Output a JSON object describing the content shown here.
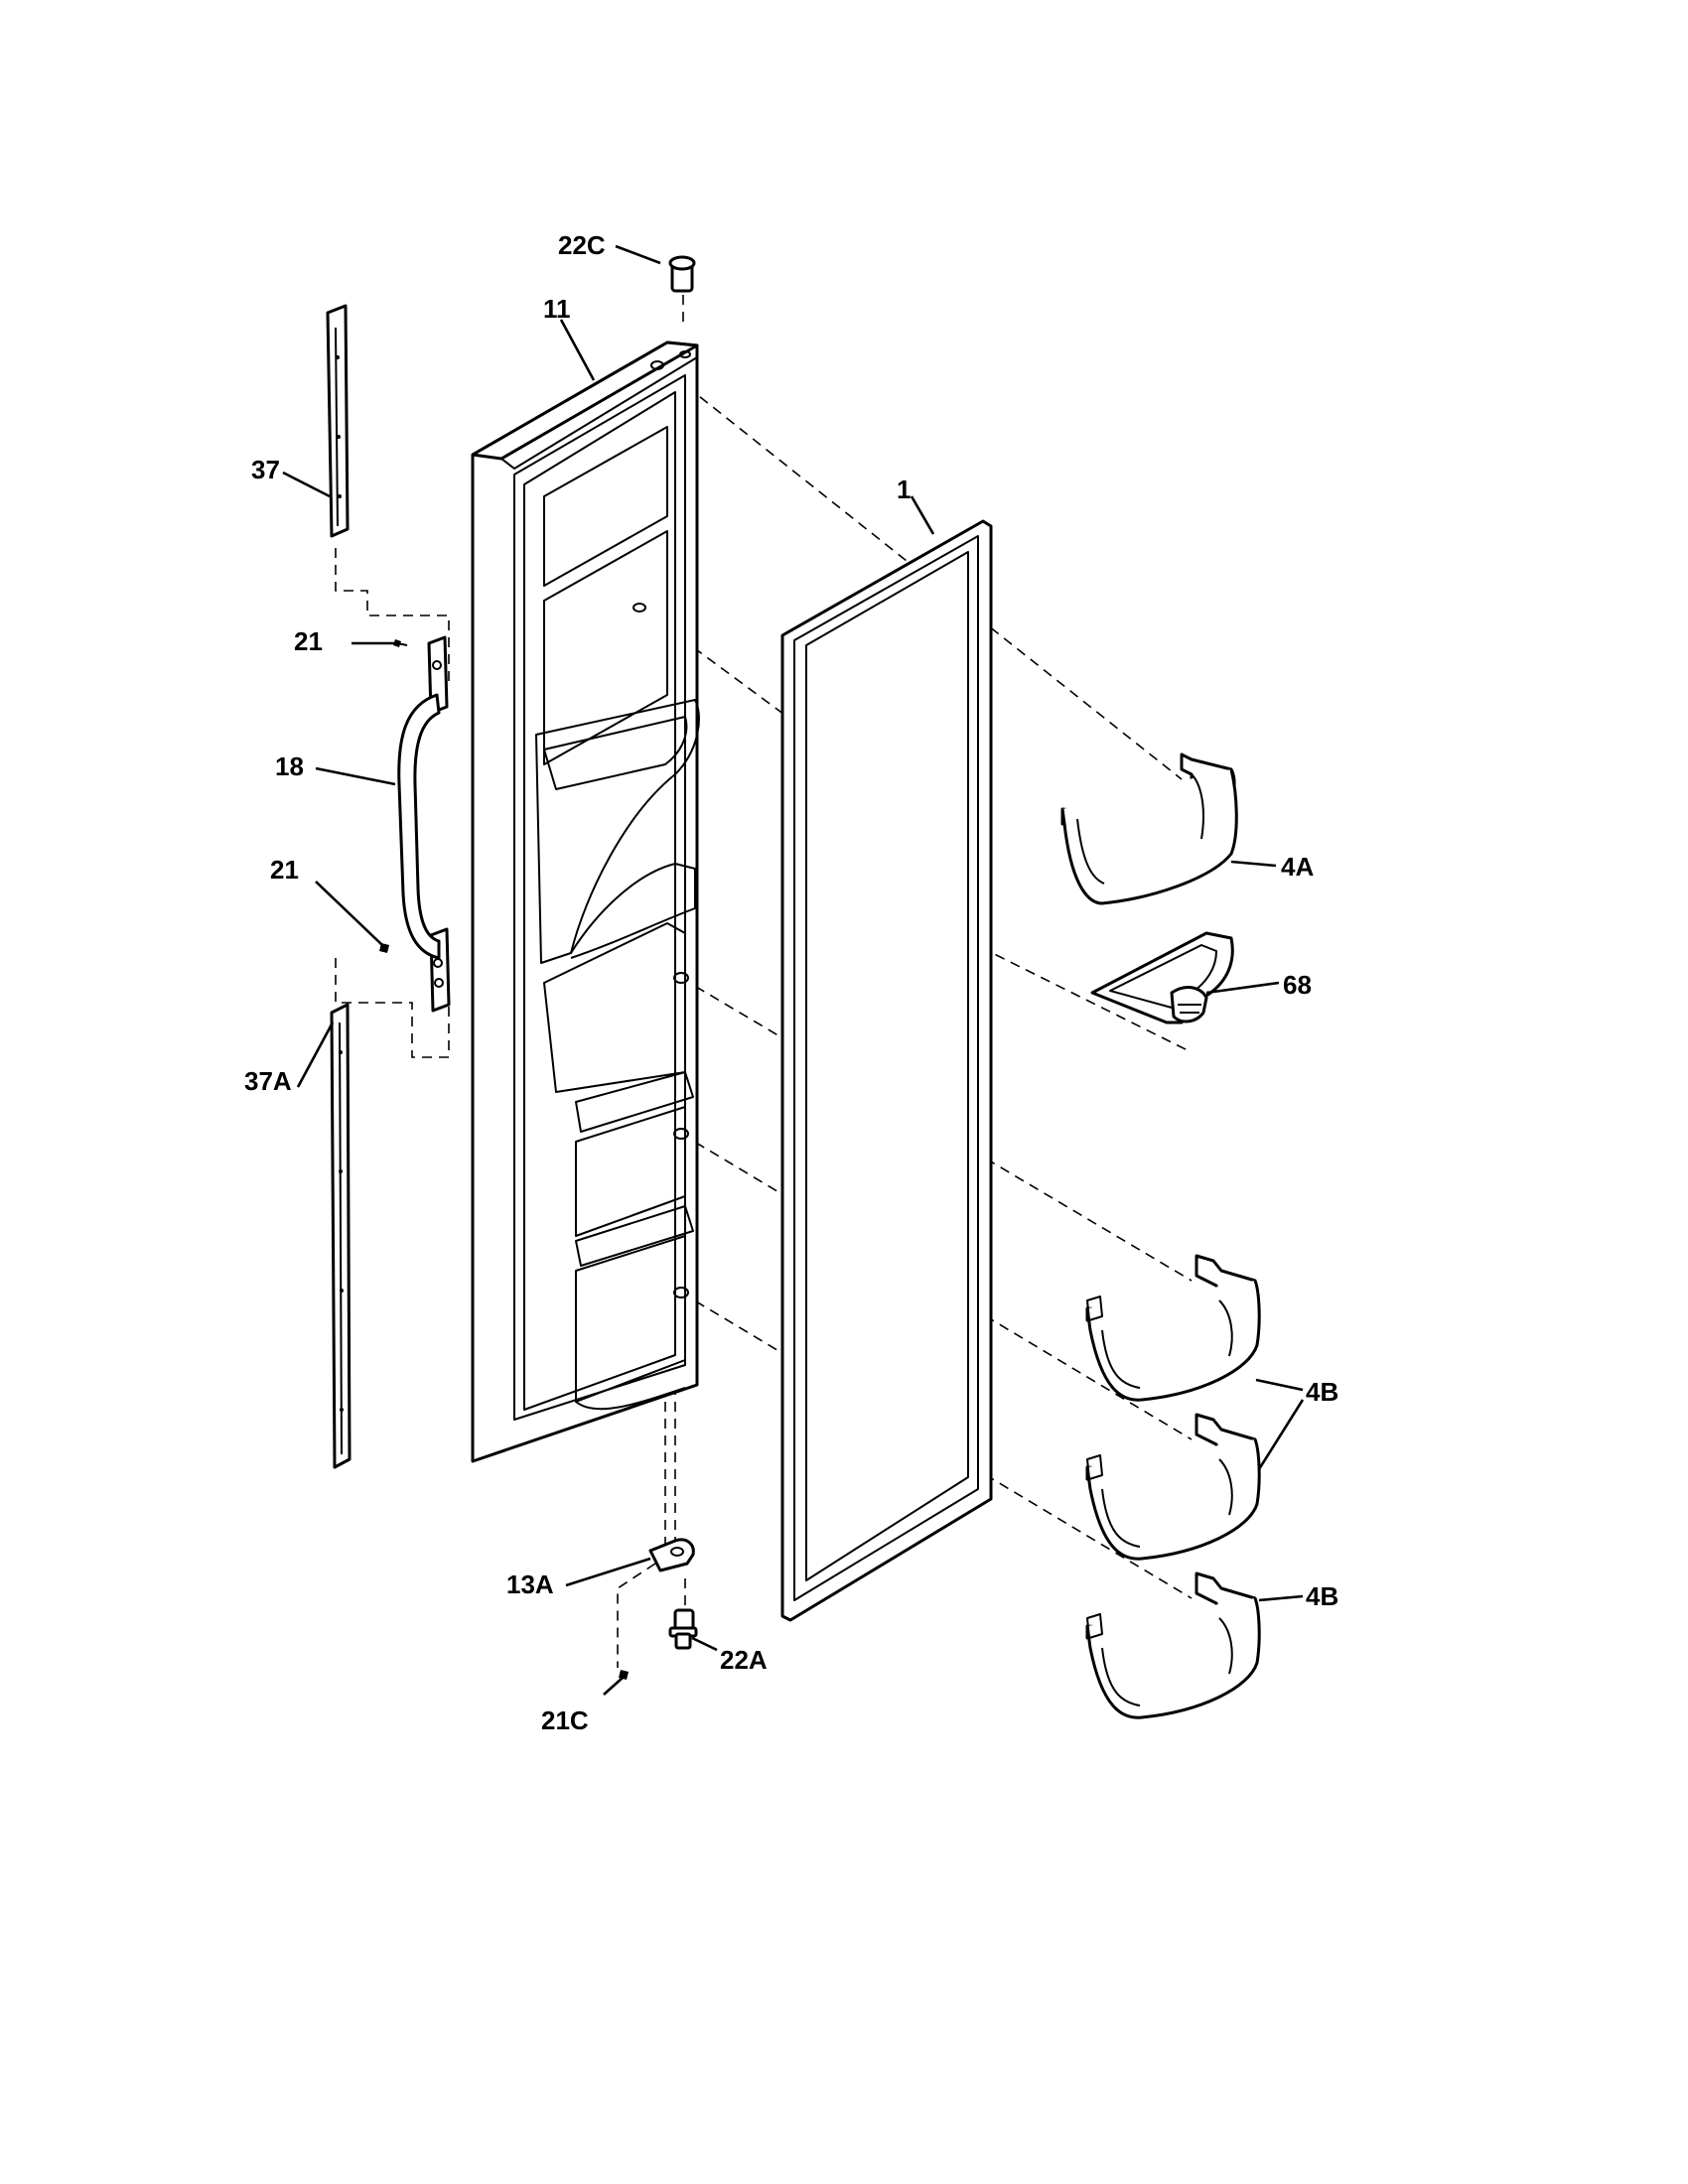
{
  "diagram": {
    "callouts": {
      "p22C": "22C",
      "p11": "11",
      "p37": "37",
      "p1": "1",
      "p21_top": "21",
      "p18": "18",
      "p21_bottom": "21",
      "p4A": "4A",
      "p68": "68",
      "p37A": "37A",
      "p4B_pair": "4B",
      "p4B_single": "4B",
      "p13A": "13A",
      "p22A": "22A",
      "p21C": "21C"
    }
  },
  "colors": {
    "line": "#000000",
    "background": "#ffffff"
  }
}
